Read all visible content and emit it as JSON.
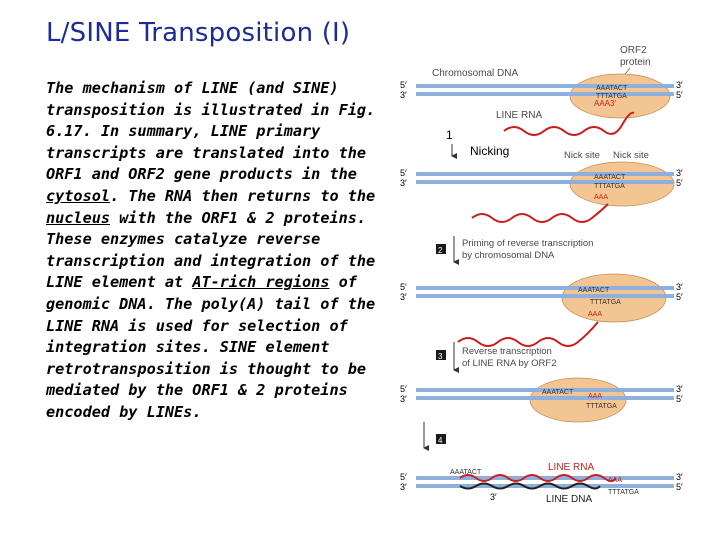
{
  "title": "L/SINE Transposition (I)",
  "body": {
    "t1": "The mechanism of LINE (and SINE) transposition is illustrated in Fig. 6.17. In summary, LINE primary transcripts are translated into the ORF1 and ORF2 gene products in the ",
    "link1": "cytosol",
    "t2": ". The RNA then returns to the ",
    "link2": "nucleus",
    "t3": " with the ORF1 & 2 proteins. These enzymes catalyze reverse transcription and integration of the LINE element at ",
    "link3": "AT-rich regions",
    "t4": " of genomic DNA. The poly(A) tail of the LINE RNA is used for selection of integration sites. SINE element retrotransposition is thought to be mediated by the ORF1 & 2 proteins encoded by LINEs."
  },
  "figure": {
    "orf2_protein": "ORF2\nprotein",
    "chromosomal_dna": "Chromosomal DNA",
    "line_rna": "LINE RNA",
    "line_rna_2": "LINE RNA",
    "line_dna": "LINE DNA",
    "five_prime": "5′",
    "three_prime": "3′",
    "seq_top": "AAATACT",
    "seq_bottom": "TTTATGA",
    "polyA": "AAA",
    "polyA_3": "AAA3′",
    "nick_site": "Nick site",
    "step1_num": "1",
    "step1_label": "Nicking",
    "step2_num": "2",
    "step2_label": "Priming of reverse transcription\nby chromosomal DNA",
    "step3_num": "3",
    "step3_label": "Reverse transcription\nof LINE RNA by ORF2",
    "step4_num": "4",
    "colors": {
      "title": "#1b2c9a",
      "dna": "#8fb0dc",
      "rna": "#cc1c1c",
      "protein_fill": "#f2c592",
      "step_box": "#1a1a1a",
      "label": "#4a4a4a"
    }
  }
}
